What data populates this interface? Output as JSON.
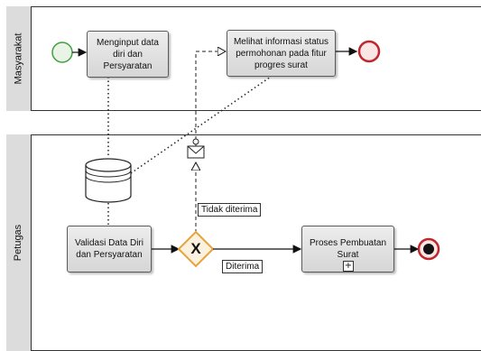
{
  "lanes": {
    "masyarakat": "Masyarakat",
    "petugas": "Petugas"
  },
  "tasks": {
    "input_data": "Menginput data diri dan Persyaratan",
    "lihat_status": "Melihat informasi status permohonan pada fitur progres surat",
    "validasi": "Validasi Data Diri dan Persyaratan",
    "pembuatan": "Proses Pembuatan Surat"
  },
  "flow_labels": {
    "tidak_diterima": "Tidak diterima",
    "diterima": "Diterima"
  },
  "gateway_symbol": "X",
  "colors": {
    "start_event": "#3fa03f",
    "end_event": "#c0272d",
    "gateway": "#e8a33c",
    "lane_header": "#dcdcdc"
  }
}
